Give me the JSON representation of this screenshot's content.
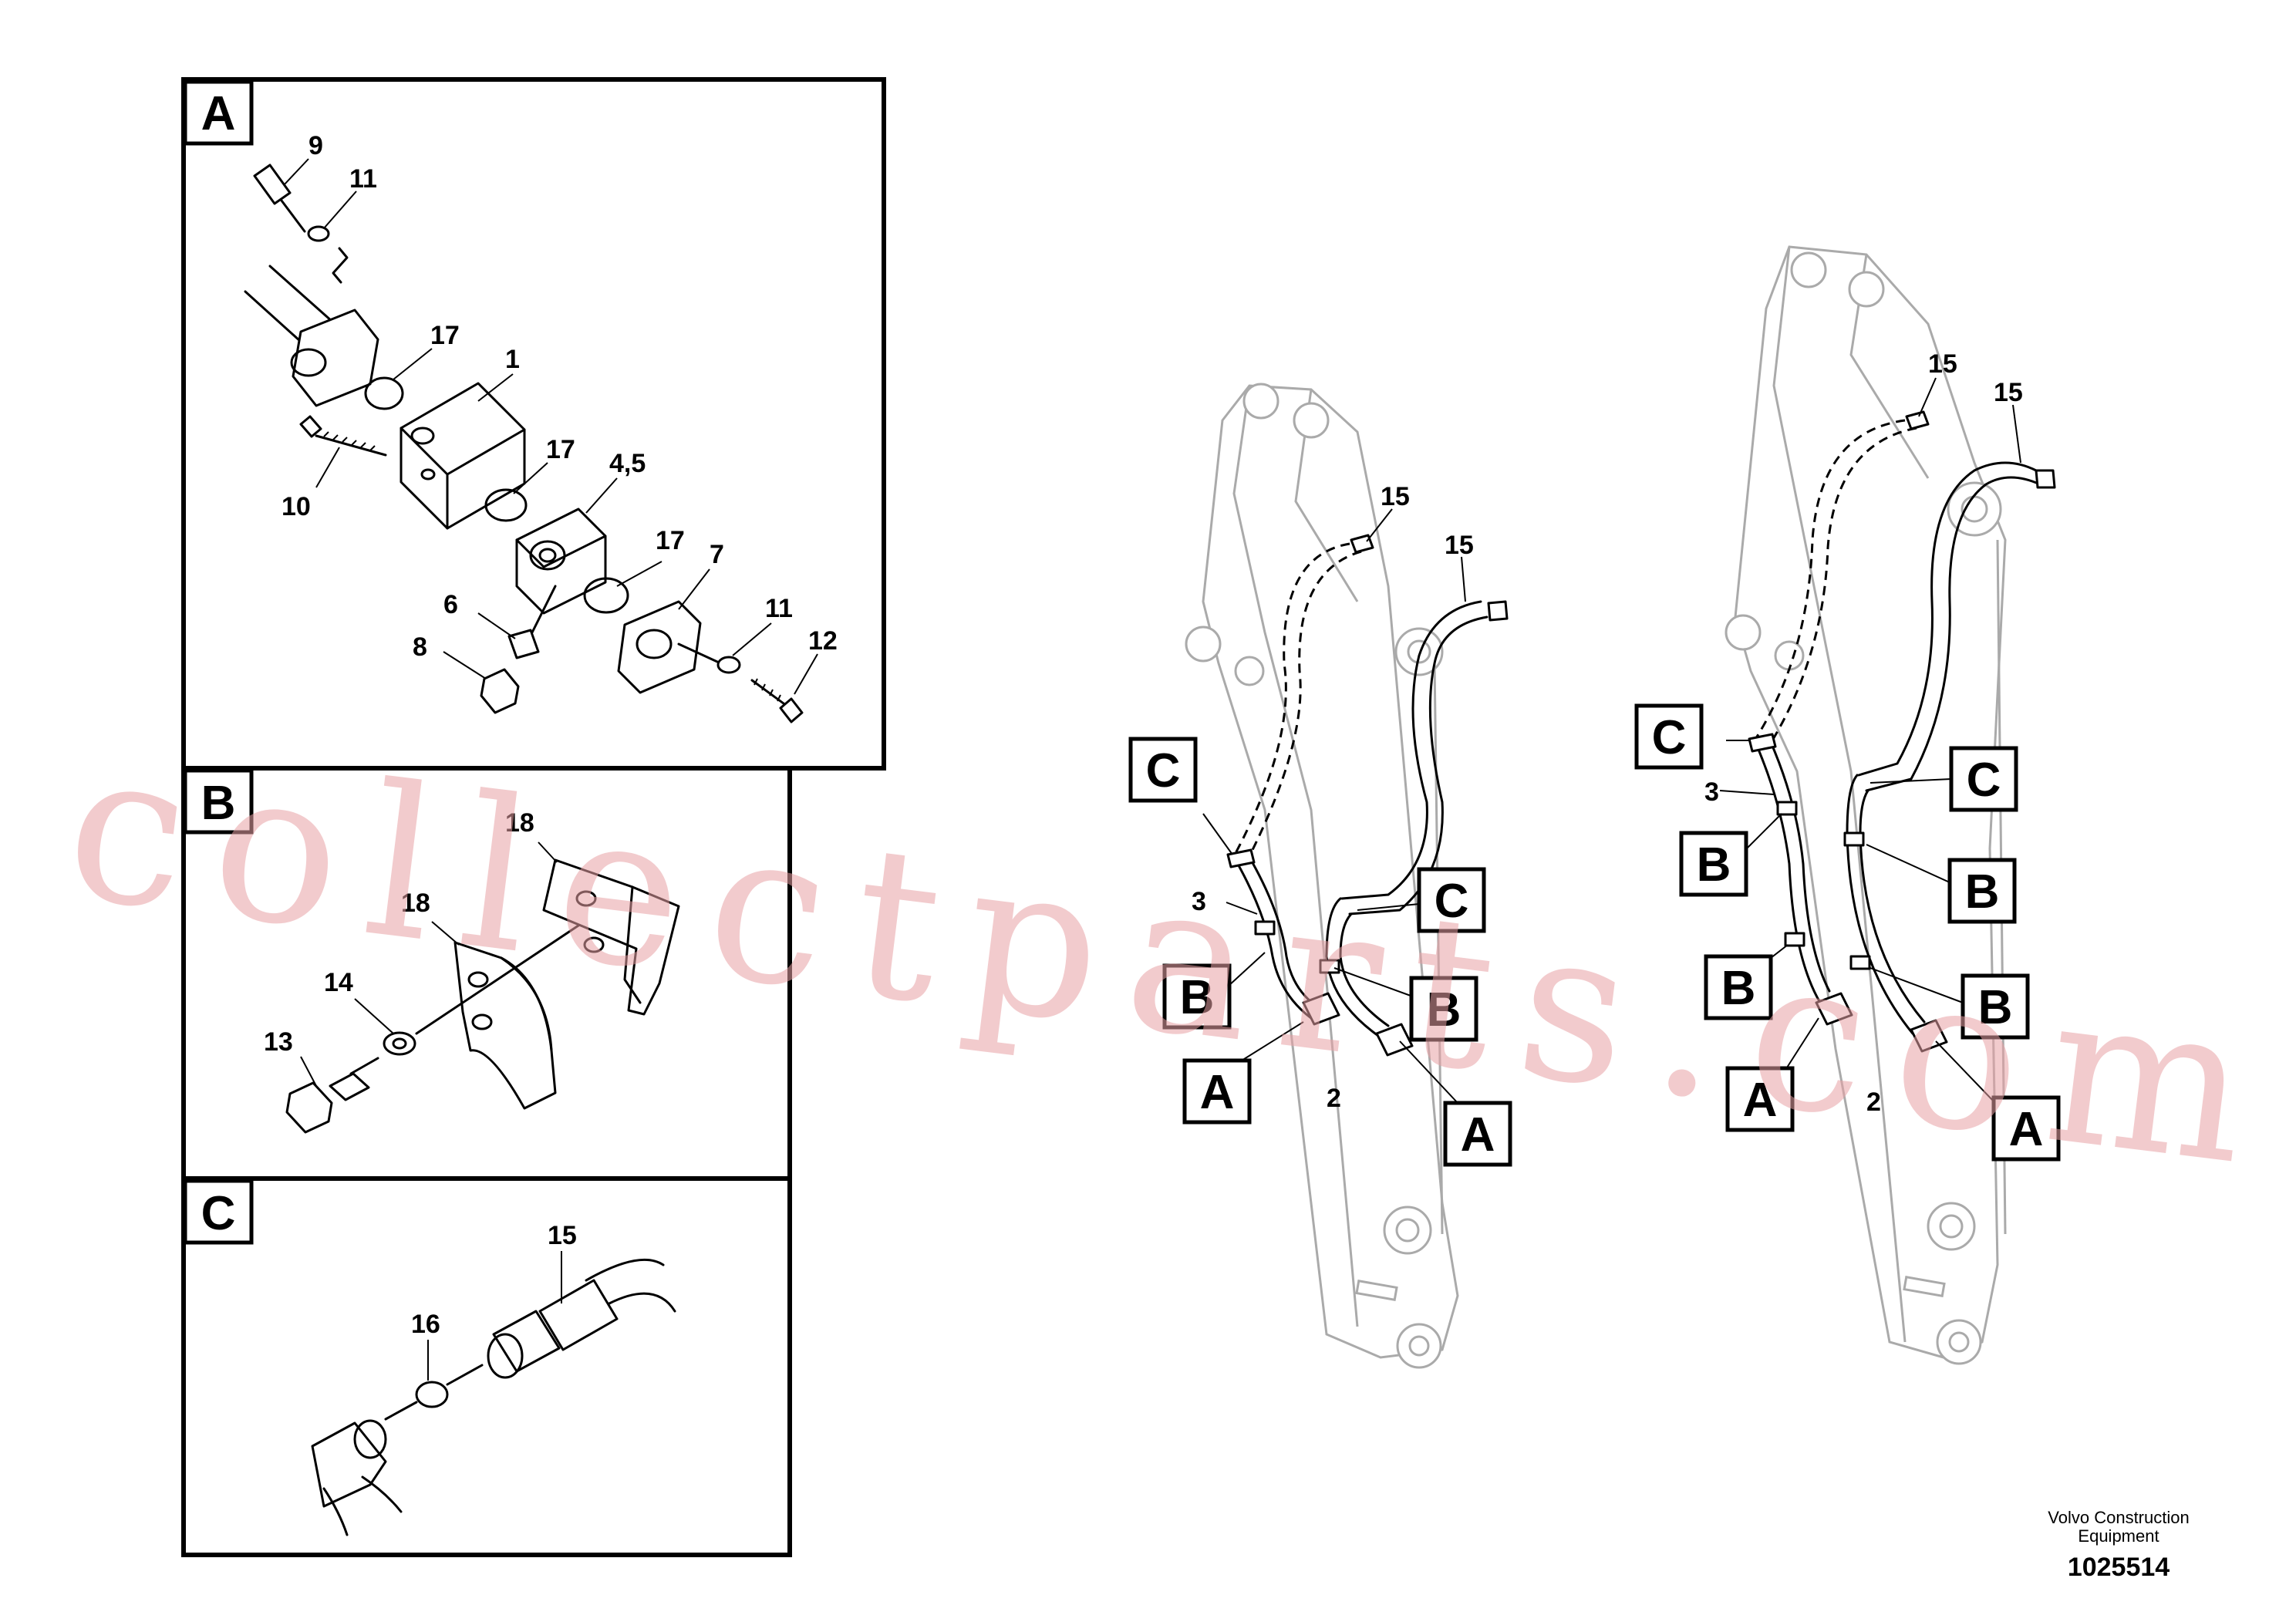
{
  "panels": {
    "A": {
      "letter": "A",
      "labels": {
        "p9": "9",
        "p11a": "11",
        "p17a": "17",
        "p1": "1",
        "p17b": "17",
        "p10": "10",
        "p45": "4,5",
        "p17c": "17",
        "p7": "7",
        "p6": "6",
        "p8": "8",
        "p11b": "11",
        "p12": "12"
      }
    },
    "B": {
      "letter": "B",
      "labels": {
        "p18a": "18",
        "p18b": "18",
        "p14": "14",
        "p13": "13"
      }
    },
    "C": {
      "letter": "C",
      "labels": {
        "p15": "15",
        "p16": "16"
      }
    }
  },
  "boom_left": {
    "labels": {
      "p15a": "15",
      "p15b": "15",
      "p3": "3",
      "p2": "2"
    },
    "callouts": {
      "c1": "C",
      "c2": "C",
      "b1": "B",
      "b2": "B",
      "a1": "A",
      "a2": "A"
    }
  },
  "boom_right": {
    "labels": {
      "p15a": "15",
      "p15b": "15",
      "p3": "3",
      "p2": "2"
    },
    "callouts": {
      "c1": "C",
      "c2": "C",
      "b1": "B",
      "b2": "B",
      "b3": "B",
      "b4": "B",
      "a1": "A",
      "a2": "A"
    }
  },
  "footer": {
    "brand_line1": "Volvo Construction",
    "brand_line2": "Equipment",
    "doc_number": "1025514"
  },
  "watermark": "collectparts.com"
}
